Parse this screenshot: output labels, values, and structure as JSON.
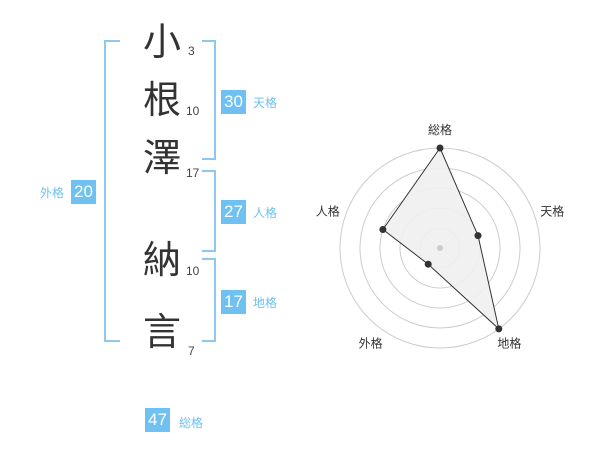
{
  "name": {
    "chars": [
      {
        "char": "小",
        "strokes": "3"
      },
      {
        "char": "根",
        "strokes": "10"
      },
      {
        "char": "澤",
        "strokes": "17"
      },
      {
        "char": "納",
        "strokes": "10"
      },
      {
        "char": "言",
        "strokes": "7"
      }
    ]
  },
  "kakusu": {
    "tenkaku": {
      "value": "30",
      "label": "天格"
    },
    "jinkaku": {
      "value": "27",
      "label": "人格"
    },
    "chikaku": {
      "value": "17",
      "label": "地格"
    },
    "gaikaku": {
      "value": "20",
      "label": "外格"
    },
    "soukaku": {
      "value": "47",
      "label": "総格"
    }
  },
  "colors": {
    "accent": "#6ec1f0",
    "bracket": "#8cc8f0",
    "radar_fill": "#f0f0f0",
    "radar_line": "#333333"
  },
  "chart_data": {
    "type": "radar",
    "axes": [
      "総格",
      "天格",
      "地格",
      "外格",
      "人格"
    ],
    "values": [
      5,
      2,
      5,
      1,
      3
    ],
    "max": 5,
    "rings": 5
  }
}
